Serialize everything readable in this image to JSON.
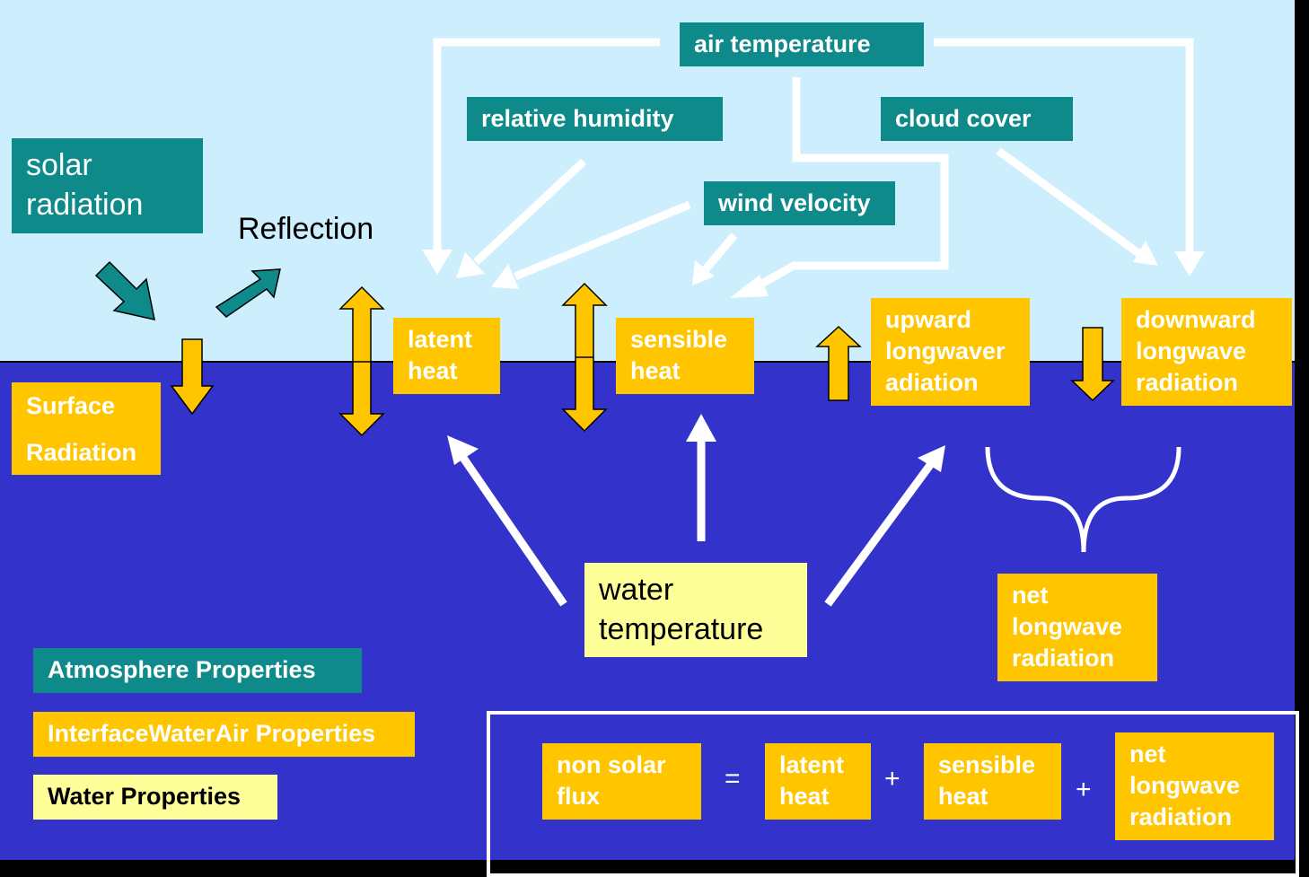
{
  "atmosphere": {
    "solar_radiation": "solar\nradiation",
    "reflection": "Reflection",
    "air_temperature": "air temperature",
    "relative_humidity": "relative humidity",
    "cloud_cover": "cloud cover",
    "wind_velocity": "wind velocity"
  },
  "interface": {
    "latent_heat": "latent\nheat",
    "sensible_heat": "sensible\nheat",
    "upward_longwave": "upward\nlongwaver\nadiation",
    "downward_longwave": "downward\nlongwave\nradiation",
    "surface_radiation": "Surface\nRadiation",
    "net_longwave": "net\nlongwave\nradiation"
  },
  "water": {
    "water_temperature": "water\ntemperature"
  },
  "legend": {
    "atmosphere": "Atmosphere Properties",
    "interface": "InterfaceWaterAir Properties",
    "water": "Water Properties"
  },
  "formula": {
    "lhs": "non solar\nflux",
    "equals": "=",
    "term1": "latent\nheat",
    "plus1": "+",
    "term2": "sensible\nheat",
    "plus2": "+",
    "term3": "net\nlongwave\nradiation"
  },
  "colors": {
    "sky": "#cdeefc",
    "sea": "#3333cc",
    "atmosphere_box": "#0f8a8a",
    "interface_box": "#ffc600",
    "water_box": "#ffff99"
  }
}
